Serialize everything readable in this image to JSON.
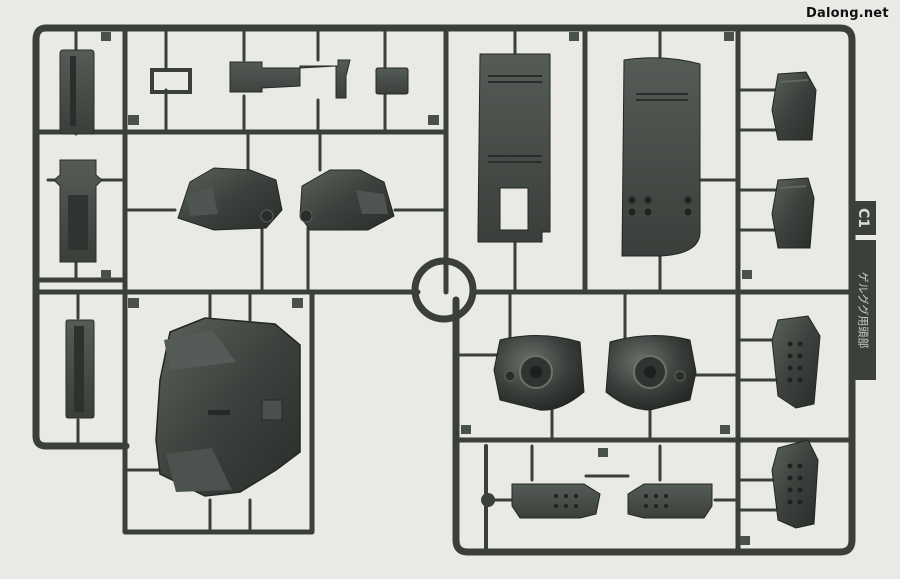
{
  "watermark": "Dalong.net",
  "runner": {
    "code": "C1",
    "japanese_label": "ゲルググ用頭部"
  },
  "colors": {
    "background": "#e9e9e6",
    "plastic": "#3a3f3b",
    "plastic_light": "#5a605b",
    "plastic_dark": "#232724"
  }
}
